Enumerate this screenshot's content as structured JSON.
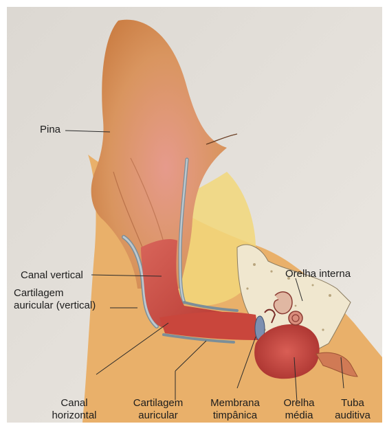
{
  "labels": {
    "pina": "Pina",
    "canal_vertical": "Canal vertical",
    "cartilagem_vertical": [
      "Cartilagem",
      "auricular (vertical)"
    ],
    "orelha_interna": "Orelha interna",
    "canal_horizontal": [
      "Canal",
      "horizontal"
    ],
    "cartilagem_auricular": [
      "Cartilagem",
      "auricular"
    ],
    "membrana_timpanica": [
      "Membrana",
      "timpânica"
    ],
    "orelha_media": [
      "Orelha",
      "média"
    ],
    "tuba_auditiva": [
      "Tuba",
      "auditiva"
    ]
  },
  "colors": {
    "page_background": "#e6e2dc",
    "skin": "#e2a663",
    "canal": "#c4443a",
    "cartilage": "#9fb0b8",
    "bone": "#f0e7cf",
    "fat": "#f2d77a"
  }
}
